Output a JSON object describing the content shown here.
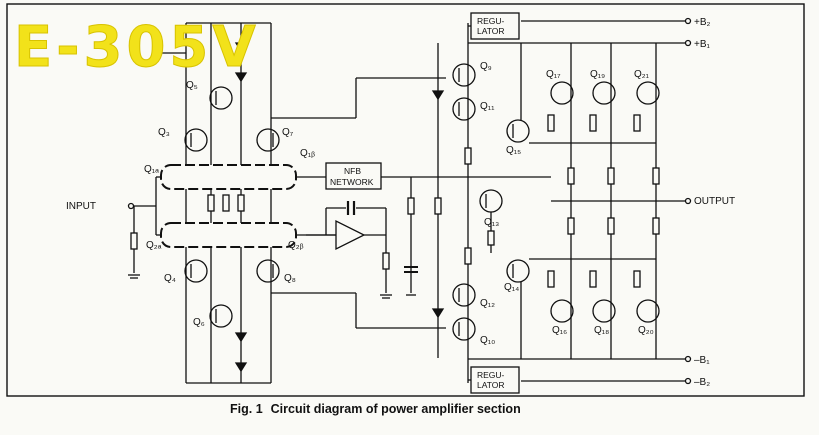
{
  "watermark": "E-305V",
  "caption": {
    "number": "Fig. 1",
    "title": "Circuit diagram of power amplifier section"
  },
  "rails": {
    "b2_plus": "+B₂",
    "b1_plus": "+B₁",
    "b1_minus": "–B₁",
    "b2_minus": "–B₂"
  },
  "blocks": {
    "regulator_top_1": "REGU-",
    "regulator_top_2": "LATOR",
    "regulator_bottom_1": "REGU-",
    "regulator_bottom_2": "LATOR",
    "nfb_1": "NFB",
    "nfb_2": "NETWORK"
  },
  "io": {
    "input": "INPUT",
    "output": "OUTPUT"
  },
  "transistors": {
    "q1a": "Q₁ₐ",
    "q1b": "Q₁ᵦ",
    "q2a": "Q₂ₐ",
    "q2b": "Q₂ᵦ",
    "q3": "Q₃",
    "q4": "Q₄",
    "q5": "Q₅",
    "q6": "Q₆",
    "q7": "Q₇",
    "q8": "Q₈",
    "q9": "Q₉",
    "q10": "Q₁₀",
    "q11": "Q₁₁",
    "q12": "Q₁₂",
    "q13": "Q₁₃",
    "q14": "Q₁₄",
    "q15": "Q₁₅",
    "q16": "Q₁₆",
    "q17": "Q₁₇",
    "q18": "Q₁₈",
    "q19": "Q₁₉",
    "q20": "Q₂₀",
    "q21": "Q₂₁"
  }
}
